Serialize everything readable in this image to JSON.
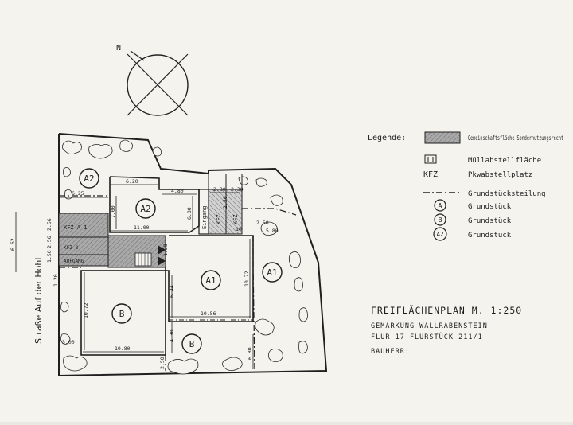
{
  "north": {
    "label": "N"
  },
  "legend": {
    "heading": "Legende:",
    "items": [
      {
        "symbol": "hatched-box",
        "text": "Gemeinschaftsfläche Sondernutzungsrecht"
      },
      {
        "symbol": "bin-box",
        "text": "Müllabstellfläche"
      },
      {
        "symbol": "kfz-text",
        "text": "Pkwabstellplatz",
        "code": "KFZ"
      },
      {
        "symbol": "dashdot-line",
        "text": "Grundstücksteilung"
      },
      {
        "symbol": "circle-a",
        "text": "Grundstück",
        "code": "A"
      },
      {
        "symbol": "circle-b",
        "text": "Grundstück",
        "code": "B"
      },
      {
        "symbol": "circle-a2",
        "text": "Grundstück",
        "code": "A2"
      }
    ]
  },
  "title_block": {
    "title": "FREIFLÄCHENPLAN   M. 1:250",
    "line1": "GEMARKUNG WALLRABENSTEIN",
    "line2": "FLUR 17   FLURSTÜCK 211/1",
    "line3": "BAUHERR:"
  },
  "plan": {
    "street": "Straße  Auf der Hohl",
    "plots": {
      "a2_top": "A2",
      "a2_house": "A2",
      "a1_house": "A1",
      "a1_right": "A1",
      "b_house": "B",
      "b_lower": "B"
    },
    "labels": {
      "kfz_a": "KFZ A 1",
      "kfz_b": "KFZ B",
      "aufgang": "AUFGANG",
      "eingang": "Eingang",
      "kfz1": "KFZ",
      "kfz2": "KFZ"
    },
    "dims": {
      "d625": "6.25",
      "d620": "6.20",
      "d480": "4.80",
      "d230a": "2.30",
      "d230b": "2.30",
      "d250c": "2.50",
      "d700": "7.00",
      "d600": "6.00",
      "d1100": "11.00",
      "d256": "2.56",
      "d580": "5.80",
      "d250r": "2.50",
      "d662": "6.62",
      "d256b": "2.56",
      "d150": "1.50",
      "d128": "1.28",
      "d120": "1.20",
      "d1072a": "10.72",
      "d1072b": "10.72",
      "d644": "6.44",
      "d1056": "10.56",
      "d1080": "10.80",
      "d430": "4.30",
      "d680": "6.80",
      "d250b": "2.50",
      "d300": "3.00",
      "d10": "10"
    }
  }
}
